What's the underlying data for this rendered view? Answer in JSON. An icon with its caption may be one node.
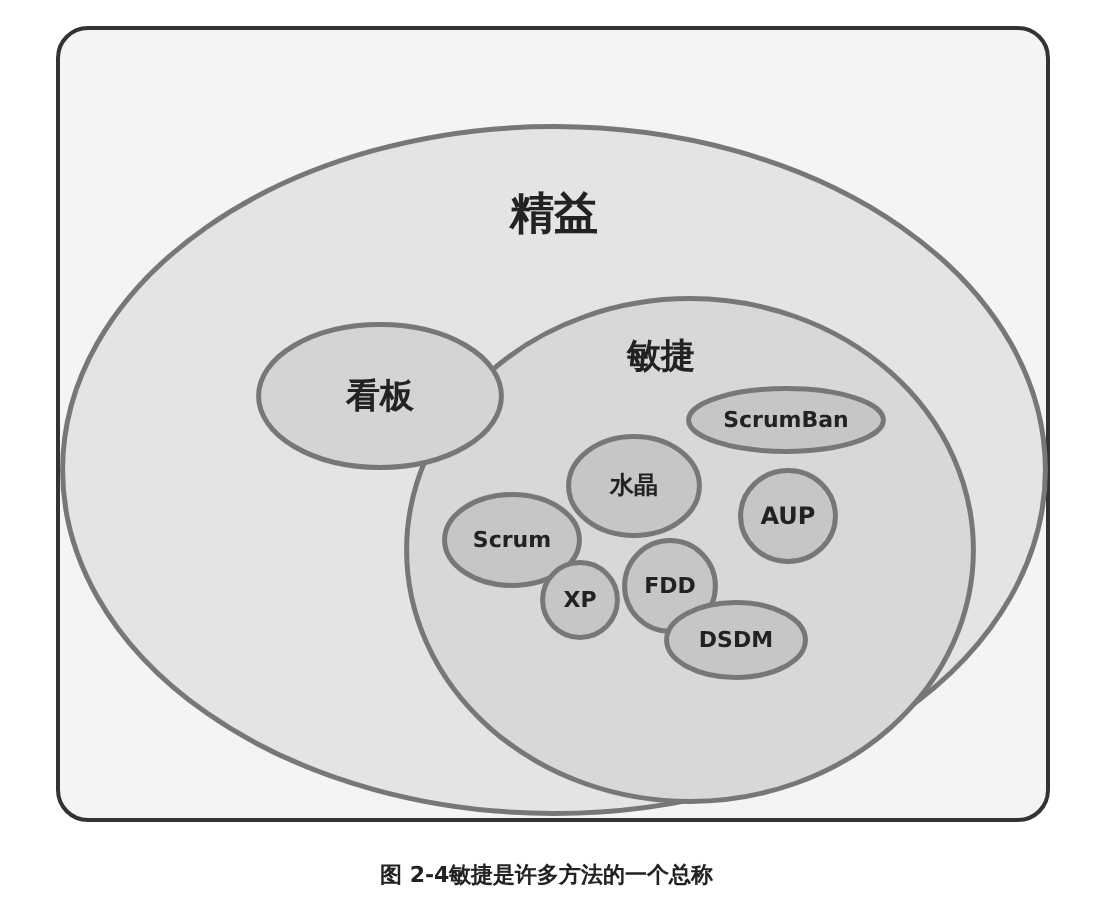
{
  "diagram": {
    "caption": "图 2-4敏捷是许多方法的一个总称",
    "nodes": [
      {
        "text": [
          "精益"
        ]
      },
      {
        "text": [
          "看板"
        ],
        "in": 0
      },
      {
        "text": [
          "敏捷"
        ],
        "in": 0
      },
      {
        "text": [
          "ScrumBan"
        ],
        "in": 2
      },
      {
        "text": [
          "水晶"
        ],
        "in": 2
      },
      {
        "text": [
          "AUP"
        ],
        "in": 2
      },
      {
        "text": [
          "Scrum"
        ],
        "in": 2
      },
      {
        "text": [
          "XP"
        ],
        "in": 2
      },
      {
        "text": [
          "FDD"
        ],
        "in": 2
      },
      {
        "text": [
          "DSDM"
        ],
        "in": 2
      }
    ]
  }
}
